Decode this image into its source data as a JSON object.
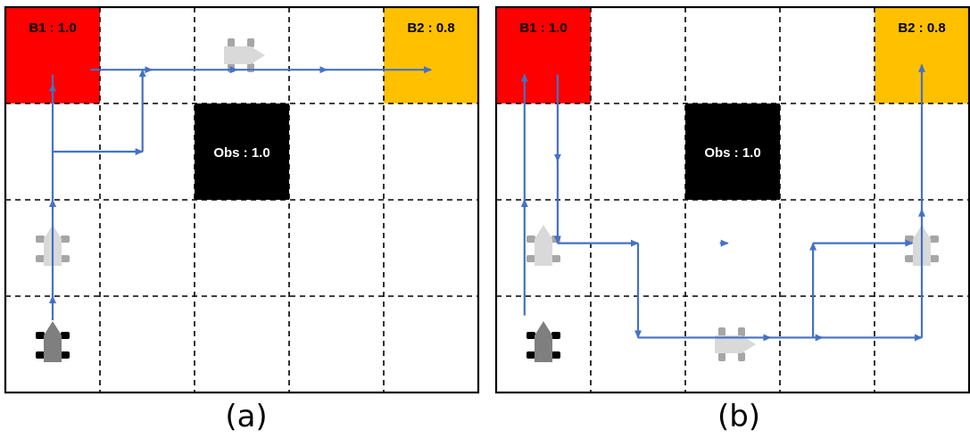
{
  "colors": {
    "b1": "#ff0000",
    "b2": "#ffc000",
    "obstacle": "#000000",
    "path": "#4472c4",
    "grid": "#000000",
    "robot_start": "#7f7f7f",
    "robot_wheel": "#000000",
    "robot_ghost": "#d9d9d9",
    "robot_ghost_wheel": "#a6a6a6"
  },
  "grid": {
    "rows": 4,
    "cols": 5
  },
  "panels": [
    {
      "id": "a",
      "caption": "(a)",
      "cells": [
        {
          "kind": "b1",
          "row": 0,
          "col": 0,
          "label": "B1 : 1.0"
        },
        {
          "kind": "b2",
          "row": 0,
          "col": 4,
          "label": "B2 : 0.8"
        },
        {
          "kind": "obstacle",
          "row": 1,
          "col": 2,
          "label": "Obs : 1.0"
        }
      ],
      "robots": [
        {
          "state": "start",
          "row": 3,
          "col": 0,
          "heading": "up"
        },
        {
          "state": "ghost",
          "row": 2,
          "col": 0,
          "heading": "up"
        },
        {
          "state": "ghost",
          "row": 0,
          "col": 2,
          "heading": "right"
        }
      ],
      "paths": [
        {
          "segments": [
            {
              "from": [
                3.25,
                0.5
              ],
              "to": [
                0.7,
                0.5
              ],
              "arrows": [
                3.0,
                2.0,
                0.8
              ]
            }
          ]
        },
        {
          "segments": [
            {
              "from": [
                1.5,
                0.5
              ],
              "to": [
                1.5,
                1.45
              ],
              "arrows": [
                1.45
              ]
            },
            {
              "from": [
                1.5,
                1.45
              ],
              "to": [
                0.65,
                1.45
              ],
              "arrows": [
                0.65
              ]
            },
            {
              "from": [
                0.65,
                0.9
              ],
              "to": [
                0.65,
                4.5
              ],
              "arrows": [
                1.55,
                2.45,
                3.4,
                4.5
              ]
            }
          ]
        }
      ]
    },
    {
      "id": "b",
      "caption": "(b)",
      "cells": [
        {
          "kind": "b1",
          "row": 0,
          "col": 0,
          "label": "B1 : 1.0"
        },
        {
          "kind": "b2",
          "row": 0,
          "col": 4,
          "label": "B2 : 0.8"
        },
        {
          "kind": "obstacle",
          "row": 1,
          "col": 2,
          "label": "Obs : 1.0"
        }
      ],
      "robots": [
        {
          "state": "start",
          "row": 3,
          "col": 0,
          "heading": "up"
        },
        {
          "state": "ghost",
          "row": 2,
          "col": 0,
          "heading": "up"
        },
        {
          "state": "ghost",
          "row": 3,
          "col": 2,
          "heading": "right"
        },
        {
          "state": "ghost",
          "row": 2,
          "col": 4,
          "heading": "up"
        }
      ],
      "paths": [
        {
          "segments": [
            {
              "from": [
                3.2,
                0.3
              ],
              "to": [
                0.7,
                0.3
              ],
              "arrows": [
                2.0,
                0.7
              ]
            }
          ]
        },
        {
          "segments": [
            {
              "from": [
                0.7,
                0.65
              ],
              "to": [
                2.45,
                0.65
              ],
              "arrows": [
                1.6,
                2.45
              ]
            },
            {
              "from": [
                2.45,
                0.65
              ],
              "to": [
                2.45,
                1.5
              ],
              "arrows": [
                1.5
              ]
            },
            {
              "from": [
                2.45,
                1.5
              ],
              "to": [
                3.43,
                1.5
              ],
              "arrows": [
                3.43
              ]
            },
            {
              "from": [
                3.43,
                1.5
              ],
              "to": [
                3.43,
                4.5
              ],
              "arrows": [
                2.9,
                3.45,
                4.5
              ]
            },
            {
              "from": [
                3.43,
                4.5
              ],
              "to": [
                0.6,
                4.5
              ],
              "arrows": [
                2.1,
                0.6
              ]
            }
          ]
        },
        {
          "segments": [
            {
              "from": [
                3.43,
                3.35
              ],
              "to": [
                2.45,
                3.35
              ],
              "arrows": [
                2.45
              ]
            },
            {
              "from": [
                2.45,
                3.35
              ],
              "to": [
                2.45,
                4.4
              ],
              "arrows": [
                2.45,
                4.4
              ]
            }
          ]
        }
      ]
    }
  ]
}
